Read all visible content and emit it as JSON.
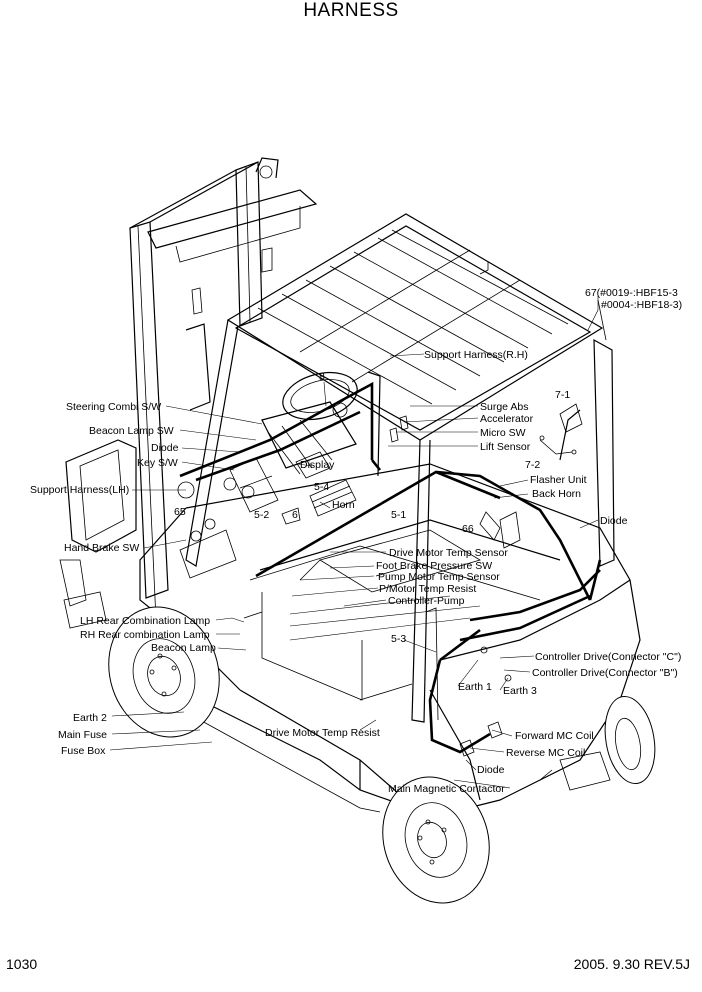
{
  "title": "HARNESS",
  "page_number": "1030",
  "revision": "2005. 9.30 REV.5J",
  "labels": {
    "p67a": "67(#0019-:HBF15-3",
    "p67b": "#0004-:HBF18-3)",
    "support_rh": "Support Harness(R.H)",
    "p8": "8",
    "surge_abs": "Surge Abs",
    "accelerator": "Accelerator",
    "micro_sw": "Micro SW",
    "lift_sensor": "Lift Sensor",
    "p7_1": "7-1",
    "p7_2": "7-2",
    "steering_combi": "Steering Combi S/W",
    "beacon_sw": "Beacon Lamp SW",
    "diode_l": "Diode",
    "key_sw": "Key S/W",
    "display": "Display",
    "flasher": "Flasher Unit",
    "back_horn": "Back Horn",
    "support_lh": "Support Harness(LH)",
    "p5_4": "5-4",
    "horn": "Horn",
    "p65": "65",
    "p5_2": "5-2",
    "p6": "6",
    "p5_1": "5-1",
    "p66": "66",
    "diode_r": "Diode",
    "hand_brake": "Hand Brake SW",
    "drive_temp_sensor": "Drive Motor Temp Sensor",
    "foot_brake": "Foot Brake Pressure SW",
    "pump_temp": "Pump Motor Temp Sensor",
    "pmotor_resist": "P/Motor Temp Resist",
    "ctrl_pump": "Controller-Pump",
    "lh_rear": "LH Rear Combination Lamp",
    "rh_rear": "RH Rear combination Lamp",
    "beacon_lamp": "Beacon Lamp",
    "p5_3": "5-3",
    "ctrl_c": "Controller Drive(Connector \"C\")",
    "ctrl_b": "Controller Drive(Connector \"B\")",
    "earth1": "Earth 1",
    "earth3": "Earth 3",
    "earth2": "Earth 2",
    "main_fuse": "Main Fuse",
    "fuse_box": "Fuse Box",
    "drive_resist": "Drive Motor Temp Resist",
    "fwd_mc": "Forward MC Coil",
    "rev_mc": "Reverse MC Coil",
    "diode_b": "Diode",
    "main_mag": "Main Magnetic Contactor"
  }
}
